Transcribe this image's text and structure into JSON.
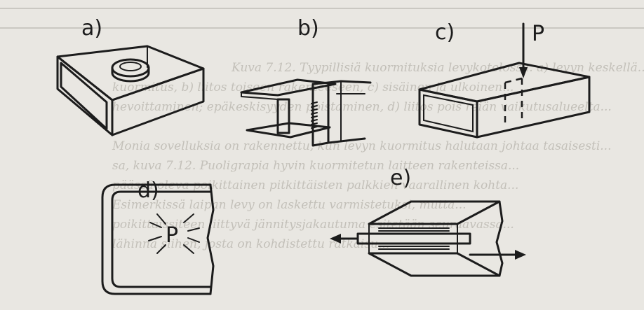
{
  "labels": {
    "a": "a)",
    "b": "b)",
    "c": "c)",
    "d": "d)",
    "e": "e)",
    "p_c": "P",
    "p_d": "P"
  },
  "background_text": [
    "Kuva 7.12. Tyypillisiä kuormituksia levykotelossa. a) levyn keskellä...",
    "kuormitus, b) liitos toiseen rakenteeseen, c) sisäinen ja ulkoinen...",
    "hevoittaminen; epäkeskisyyden poistaminen, d) liitos pois reiän vaikutusalueelta...",
    "Monia sovelluksia on rakennettu, kun levyn kuormitus halutaan johtaa tasaisesti...",
    "sa, kuva 7.12. Puoligrapia hyvin kuormitetun laitteen rakenteissa...",
    "päässä oleva poikittainen pitkittäisten palkkien vaarallinen kohta...",
    "Esimerkissä laipan levy on laskettu varmistetuksi, mutta...",
    "poikittaissiteen liittyvä jännitysjakautuma esitetään seuraavassa...",
    "lähinnä siihen, josta on kohdistettu ratkaisu..."
  ],
  "colors": {
    "paper": "#e9e7e2",
    "ink": "#1c1c1c",
    "ghost": "#c3c0b9"
  }
}
